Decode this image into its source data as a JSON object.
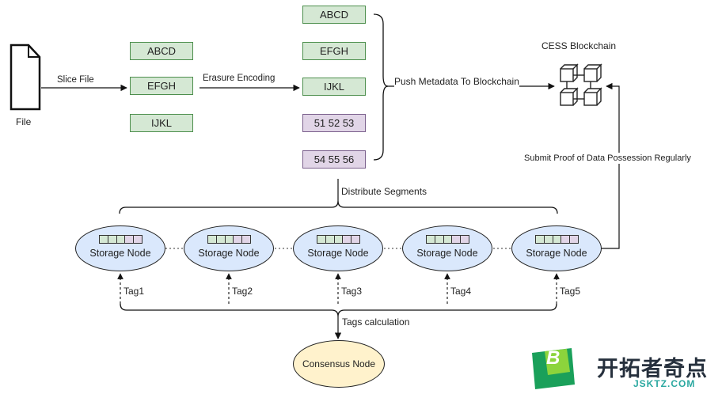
{
  "file": {
    "label": "File"
  },
  "edges": {
    "slice_file": "Slice File",
    "erasure_encoding": "Erasure Encoding",
    "push_metadata": "Push Metadata To Blockchain",
    "submit_proof": "Submit Proof of Data Possession Regularly",
    "distribute_segments": "Distribute Segments",
    "tags_calculation": "Tags calculation"
  },
  "slices": [
    "ABCD",
    "EFGH",
    "IJKL"
  ],
  "encoded_segments": [
    {
      "label": "ABCD",
      "kind": "data"
    },
    {
      "label": "EFGH",
      "kind": "data"
    },
    {
      "label": "IJKL",
      "kind": "data"
    },
    {
      "label": "51 52 53",
      "kind": "parity"
    },
    {
      "label": "54 55 56",
      "kind": "parity"
    }
  ],
  "blockchain": {
    "label": "CESS Blockchain"
  },
  "storage_nodes": [
    {
      "label": "Storage Node",
      "tag": "Tag1"
    },
    {
      "label": "Storage Node",
      "tag": "Tag2"
    },
    {
      "label": "Storage Node",
      "tag": "Tag3"
    },
    {
      "label": "Storage Node",
      "tag": "Tag4"
    },
    {
      "label": "Storage Node",
      "tag": "Tag5"
    }
  ],
  "consensus": {
    "label": "Consensus Node"
  },
  "watermark": {
    "brand": "开拓者奇点",
    "url": "JSKTZ.COM",
    "icon_letter": "B"
  },
  "colors": {
    "data_fill": "#d5e8d4",
    "parity_fill": "#e1d5e7",
    "node_fill": "#dae8fc",
    "consensus_fill": "#fff2cc"
  }
}
